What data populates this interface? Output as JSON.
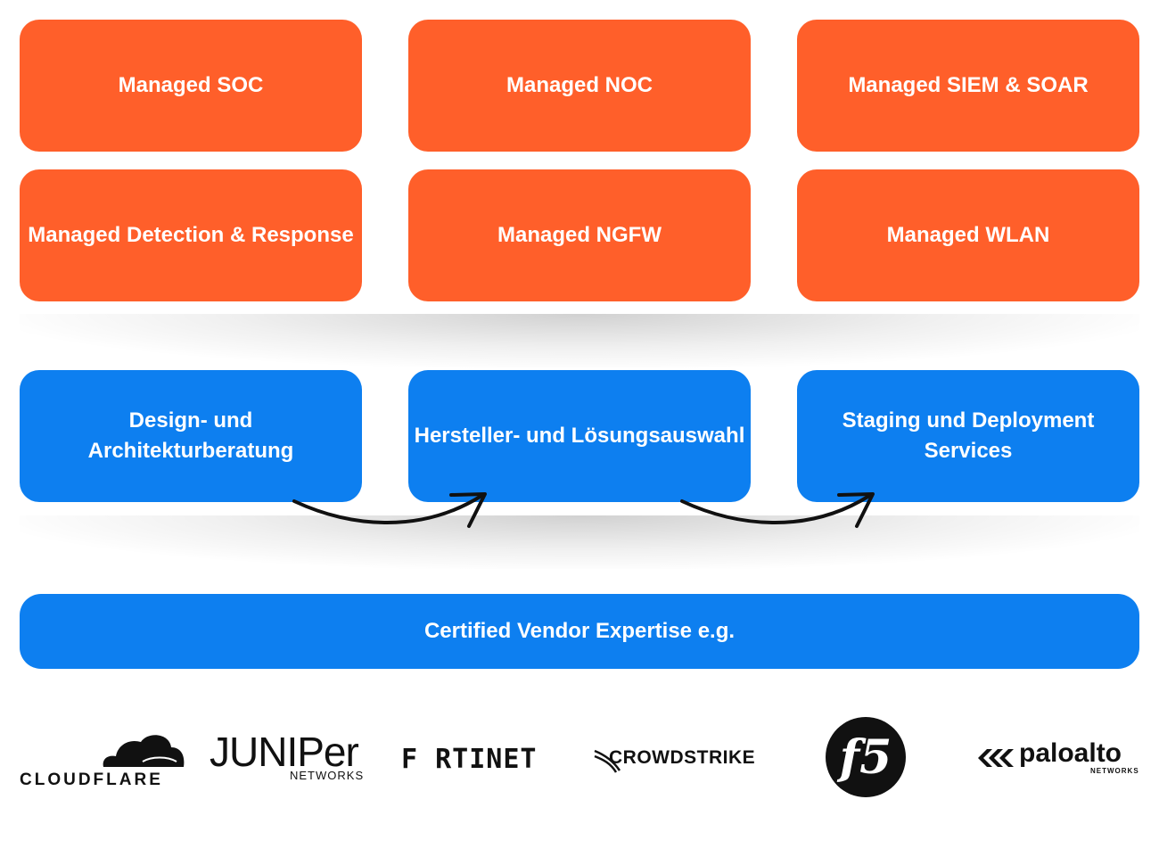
{
  "managed_services": [
    {
      "label": "Managed SOC"
    },
    {
      "label": "Managed NOC"
    },
    {
      "label": "Managed SIEM & SOAR"
    },
    {
      "label": "Managed Detection & Response"
    },
    {
      "label": "Managed NGFW"
    },
    {
      "label": "Managed WLAN"
    }
  ],
  "process_steps": [
    {
      "label": "Design- und Architekturberatung"
    },
    {
      "label": "Hersteller- und Lösungsauswahl"
    },
    {
      "label": "Staging und Deployment Services"
    }
  ],
  "certified": {
    "label": "Certified Vendor Expertise e.g."
  },
  "vendors": {
    "cloudflare": "CLOUDFLARE",
    "juniper": "JUNIPer",
    "juniper_sub": "NETWORKS",
    "fortinet": "F RTINET",
    "crowdstrike": "CROWDSTRIKE",
    "f5": "f5",
    "paloalto": "paloalto",
    "paloalto_sub": "NETWORKS"
  },
  "colors": {
    "orange": "#ff5f2a",
    "blue": "#0d7ff0",
    "logo": "#111111"
  }
}
